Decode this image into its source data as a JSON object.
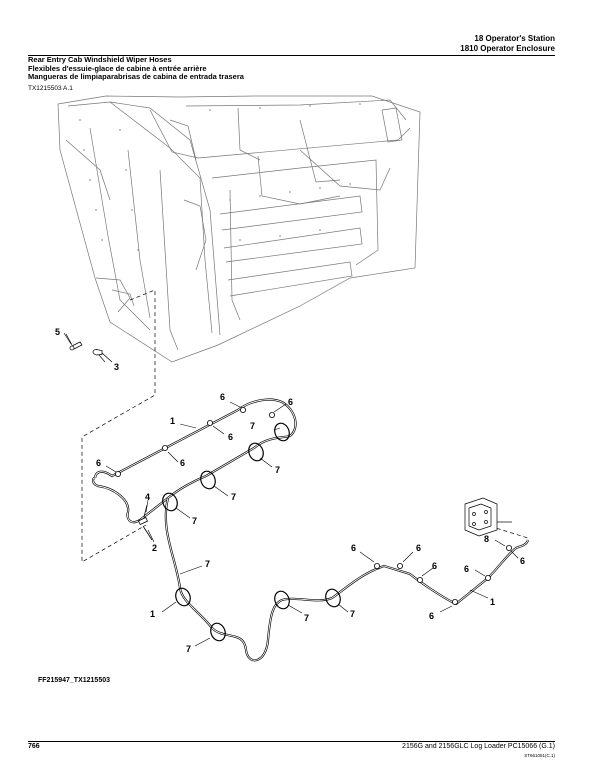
{
  "header": {
    "section": "18 Operator's Station",
    "group": "1810 Operator Enclosure"
  },
  "title": {
    "english": "Rear Entry Cab Windshield Wiper Hoses",
    "french": "Flexibles d'essuie-glace de cabine à entrée arrière",
    "spanish": "Mangueras de limpiaparabrisas de cabina de entrada trasera"
  },
  "illustration_code": "TX1215503 A.1",
  "callouts": [
    "5",
    "3",
    "6",
    "6",
    "1",
    "7",
    "6",
    "6",
    "6",
    "7",
    "7",
    "7",
    "4",
    "2",
    "7",
    "1",
    "7",
    "7",
    "7",
    "6",
    "6",
    "8",
    "6",
    "6",
    "6",
    "1",
    "6"
  ],
  "figure_caption": "FF215947_TX1215503",
  "footer": {
    "page_number": "766",
    "model": "2156G and 2156GLC Log Loader   PC15066   (G.1)",
    "code": "ST661051(C.1)"
  }
}
